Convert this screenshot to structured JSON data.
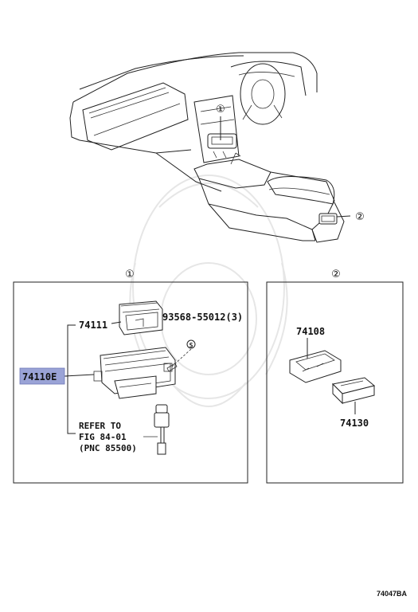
{
  "diagram": {
    "callout_1": "①",
    "callout_2": "②",
    "panel_1_header": "①",
    "panel_2_header": "②",
    "parts": {
      "p74111": "74111",
      "p93568": "93568-55012(3)",
      "p93568_marker": "S",
      "p74110e": "74110E",
      "p74108": "74108",
      "p74130": "74130"
    },
    "refer_note": {
      "line1": "REFER TO",
      "line2": "FIG 84-01",
      "line3": "(PNC 85500)"
    },
    "illustration_ref": "74047BA",
    "highlight_color": "#9aa3d6"
  }
}
